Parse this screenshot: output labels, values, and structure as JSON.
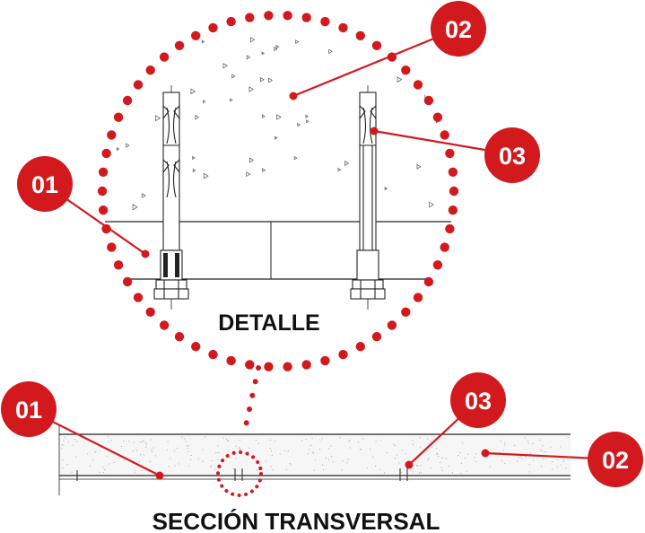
{
  "colors": {
    "accent": "#d21a1e",
    "line": "#222222",
    "concrete": "#f7f7f7"
  },
  "detail": {
    "title": "DETALLE"
  },
  "section": {
    "title": "SECCIÓN TRANSVERSAL"
  },
  "labels": {
    "anchor": "01",
    "concrete": "02",
    "expansion_sleeve": "03"
  }
}
